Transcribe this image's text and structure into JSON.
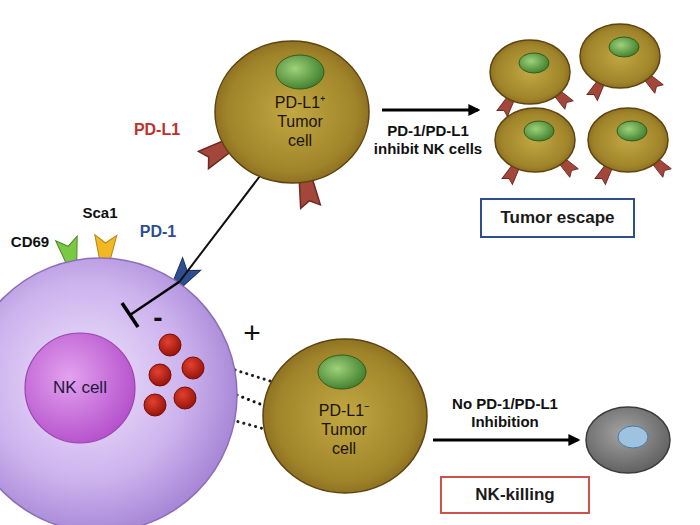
{
  "diagram": {
    "nodes": [
      {
        "text": [
          "NK cell"
        ]
      },
      {
        "text": [
          "PD-L1⁺ Tumor cell"
        ]
      },
      {
        "text": [
          "Tumor escape"
        ]
      },
      {
        "text": [
          "PD-L1⁻ Tumor cell"
        ]
      },
      {
        "text": [
          "NK-killing"
        ]
      }
    ],
    "edges": [
      {
        "from": 1,
        "to": 0,
        "arrow": "none"
      },
      {
        "from": 0,
        "to": 3,
        "arrow": "none"
      }
    ],
    "labels": [
      "PD-L1",
      "PD-1",
      "CD69",
      "Sca1",
      "-",
      "+",
      "PD-1/PD-L1 inhibit NK cells",
      "No PD-1/PD-L1 Inhibition"
    ]
  }
}
